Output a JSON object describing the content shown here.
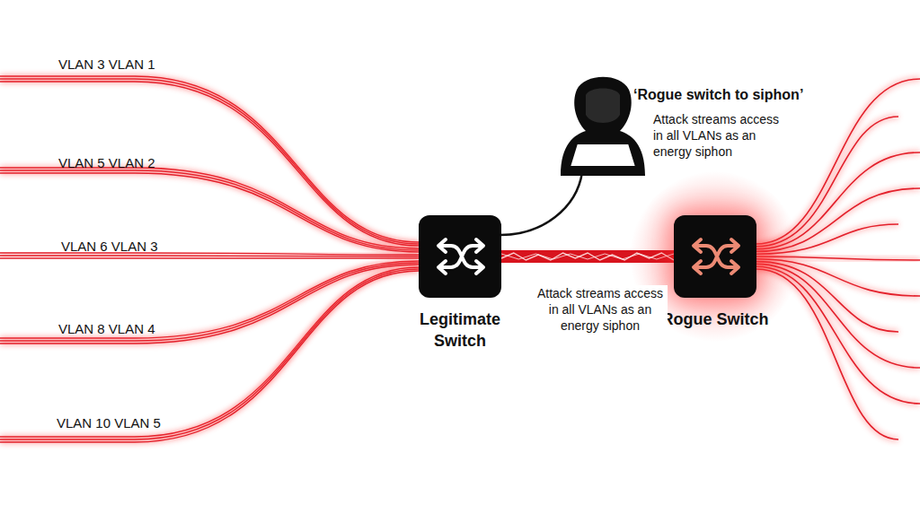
{
  "diagram": {
    "nodes": [
      {
        "text": [
          "Legitimate Switch"
        ]
      },
      {
        "text": [
          "Rogue Switch"
        ]
      }
    ],
    "edges": [
      {
        "from": 0,
        "to": 1,
        "arrow": "none",
        "label": "Attack streams access in all VLANs as an energy siphon"
      }
    ],
    "labels": [
      "VLAN 3 VLAN 1",
      "VLAN 5 VLAN 2",
      "VLAN 6 VLAN 3",
      "VLAN 8 VLAN 4",
      "VLAN 10 VLAN 5",
      "‘Rogue switch to siphon’",
      "Attack streams access in all VLANs as an energy siphon"
    ]
  }
}
